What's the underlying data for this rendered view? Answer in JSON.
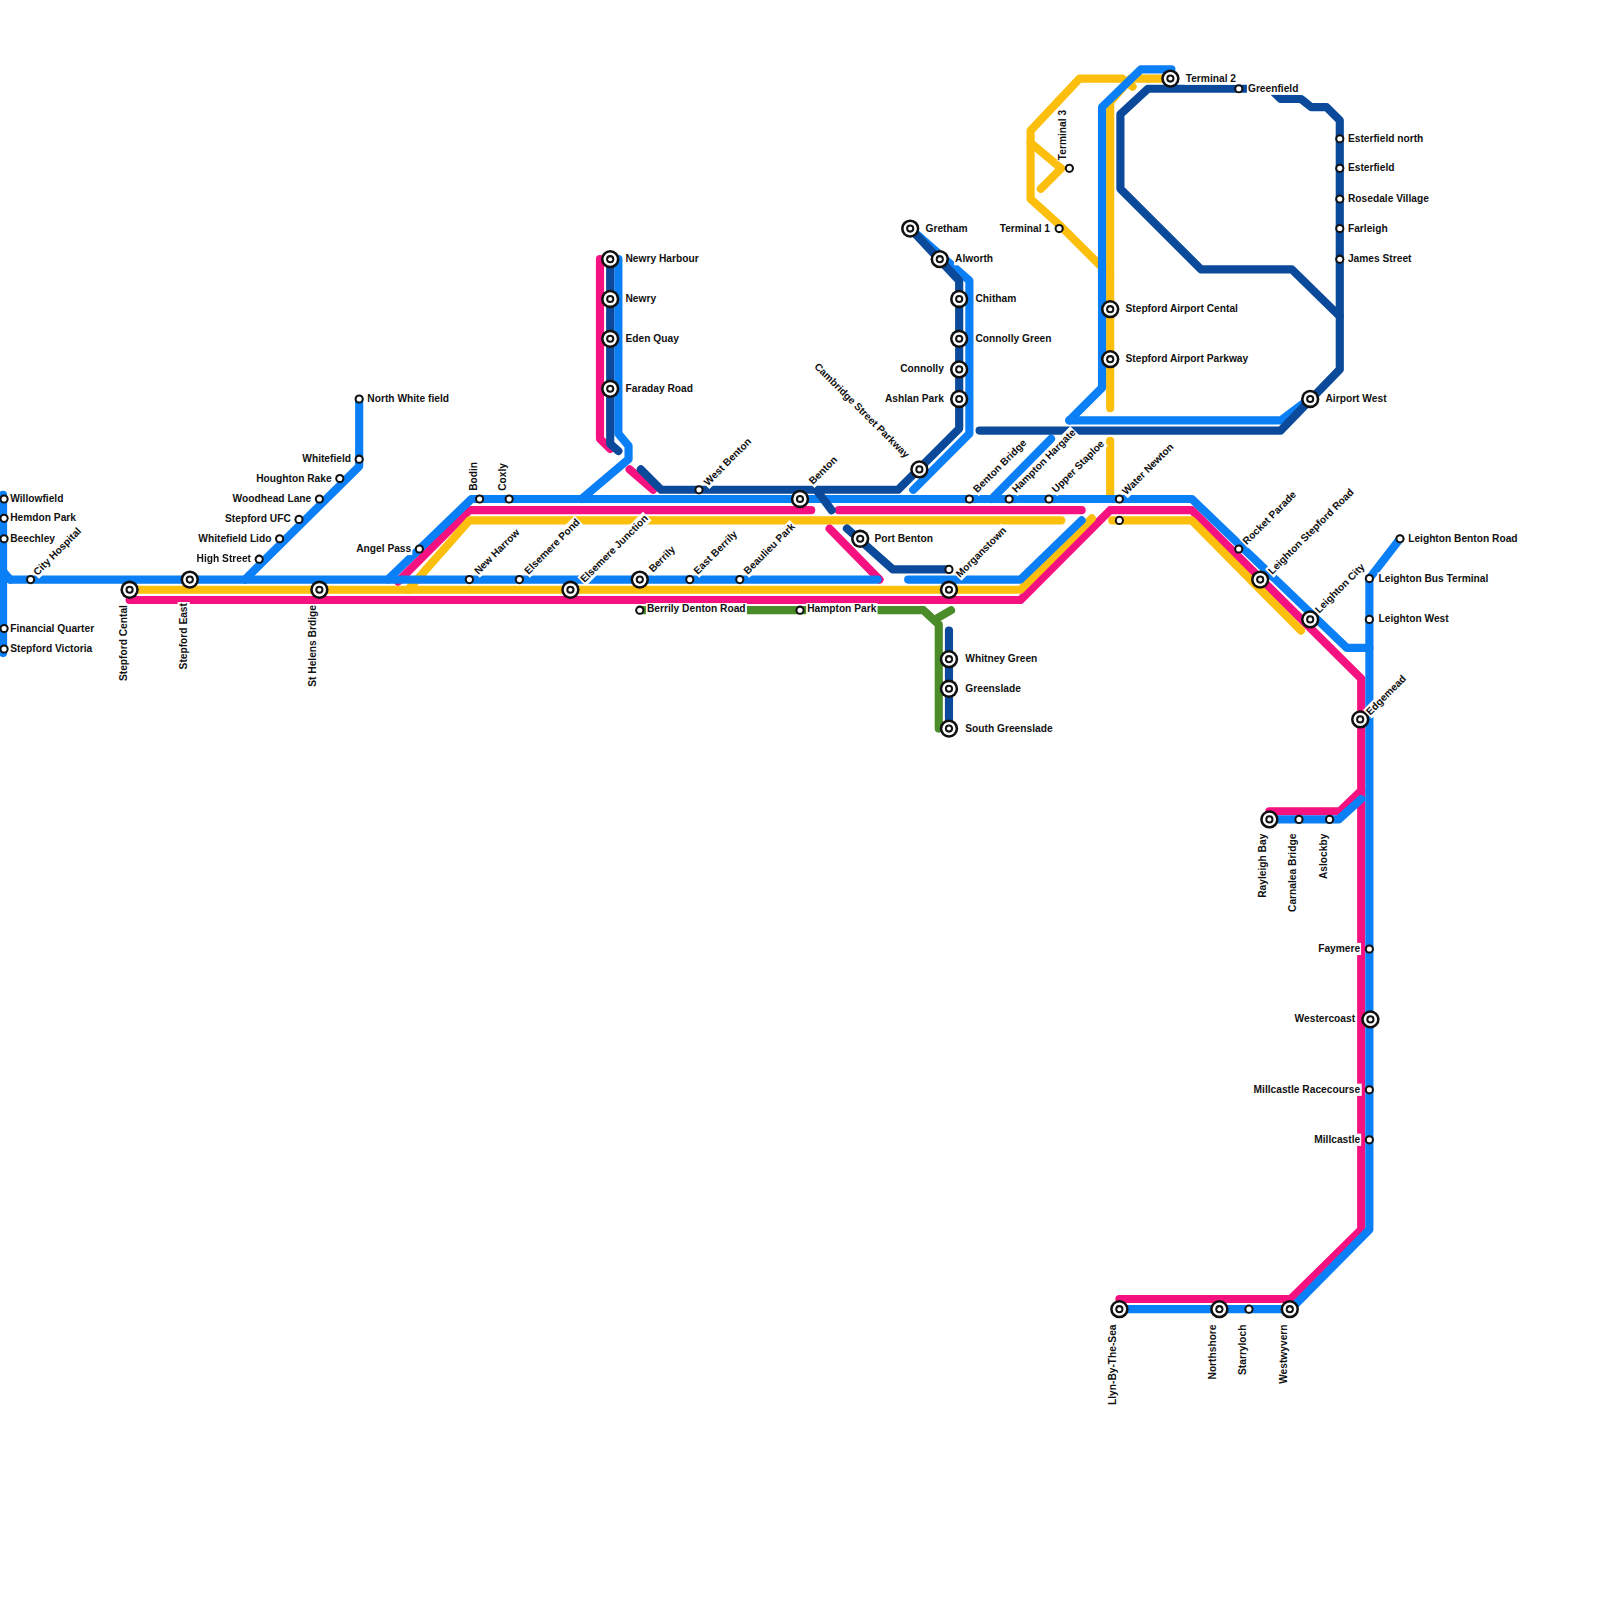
{
  "diagram": {
    "labels": [
      "Willowfield",
      "Hemdon Park",
      "Beechley",
      "City Hospital",
      "Financial Quarter",
      "Stepford Victoria",
      "Stepford Cental",
      "Stepford East",
      "St Helens Brdige",
      "North White field",
      "Whitefield",
      "Houghton Rake",
      "Woodhead Lane",
      "Stepford UFC",
      "Whitefield Lido",
      "High Street",
      "Angel Pass",
      "Bodin",
      "Coxly",
      "New Harrow",
      "Elsemere Pond",
      "Elsemere Junction",
      "Berrily",
      "East Berrily",
      "Beaulieu Park",
      "Berrily Denton Road",
      "Hampton Park",
      "Newry Harbour",
      "Newry",
      "Eden Quay",
      "Faraday Road",
      "West Benton",
      "Benton",
      "Port Benton",
      "Morganstown",
      "Whitney Green",
      "Greenslade",
      "South Greenslade",
      "Gretham",
      "Alworth",
      "Chitham",
      "Connolly Green",
      "Connolly",
      "Ashlan Park",
      "Cambridge Street Parkway",
      "Benton Bridge",
      "Hampton Hargate",
      "Upper Staploe",
      "Water Newton",
      "Terminal 3",
      "Terminal 1",
      "Terminal 2",
      "Greenfield",
      "Esterfield north",
      "Esterfield",
      "Rosedale Village",
      "Farleigh",
      "James Street",
      "Stepford Airport Cental",
      "Stepford Airport Parkway",
      "Airport West",
      "Rocket Parade",
      "Leighton Stepford Road",
      "Leighton City",
      "Leighton Benton Road",
      "Leighton Bus Terminal",
      "Leighton West",
      "Edgemead",
      "Rayleigh Bay",
      "Carnalea Bridge",
      "Aslockby",
      "Faymere",
      "Westercoast",
      "Millcastle Racecourse",
      "Millcastle",
      "Llyn-By-The-Sea",
      "Northshore",
      "Starryloch",
      "Westwyvern"
    ]
  }
}
